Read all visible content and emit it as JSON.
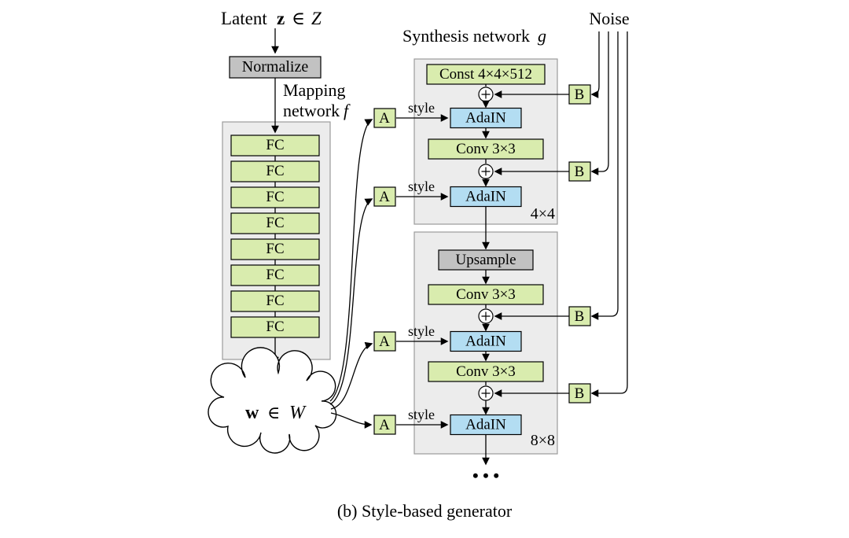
{
  "labels": {
    "latent_word": "Latent",
    "latent_z": "z",
    "element_of": "∈",
    "latent_space": "Z",
    "mapping_line1": "Mapping",
    "mapping_line2": "network",
    "mapping_f": "f",
    "synthesis": "Synthesis network",
    "synthesis_g": "g",
    "noise": "Noise",
    "w_vector": "w",
    "w_space": "W",
    "style": "style",
    "res_4": "4×4",
    "res_8": "8×8",
    "dots": "• • •",
    "caption": "(b) Style-based generator"
  },
  "boxes": {
    "normalize": "Normalize",
    "fc": "FC",
    "const": "Const 4×4×512",
    "adain": "AdaIN",
    "conv": "Conv 3×3",
    "upsample": "Upsample",
    "a": "A",
    "b": "B"
  },
  "colors": {
    "box_green": "#d9ecae",
    "box_blue": "#b3ddf2",
    "box_gray": "#c2c2c2",
    "panel_gray": "#ececec",
    "panel_border": "#9b9b9b",
    "line": "#000000"
  }
}
